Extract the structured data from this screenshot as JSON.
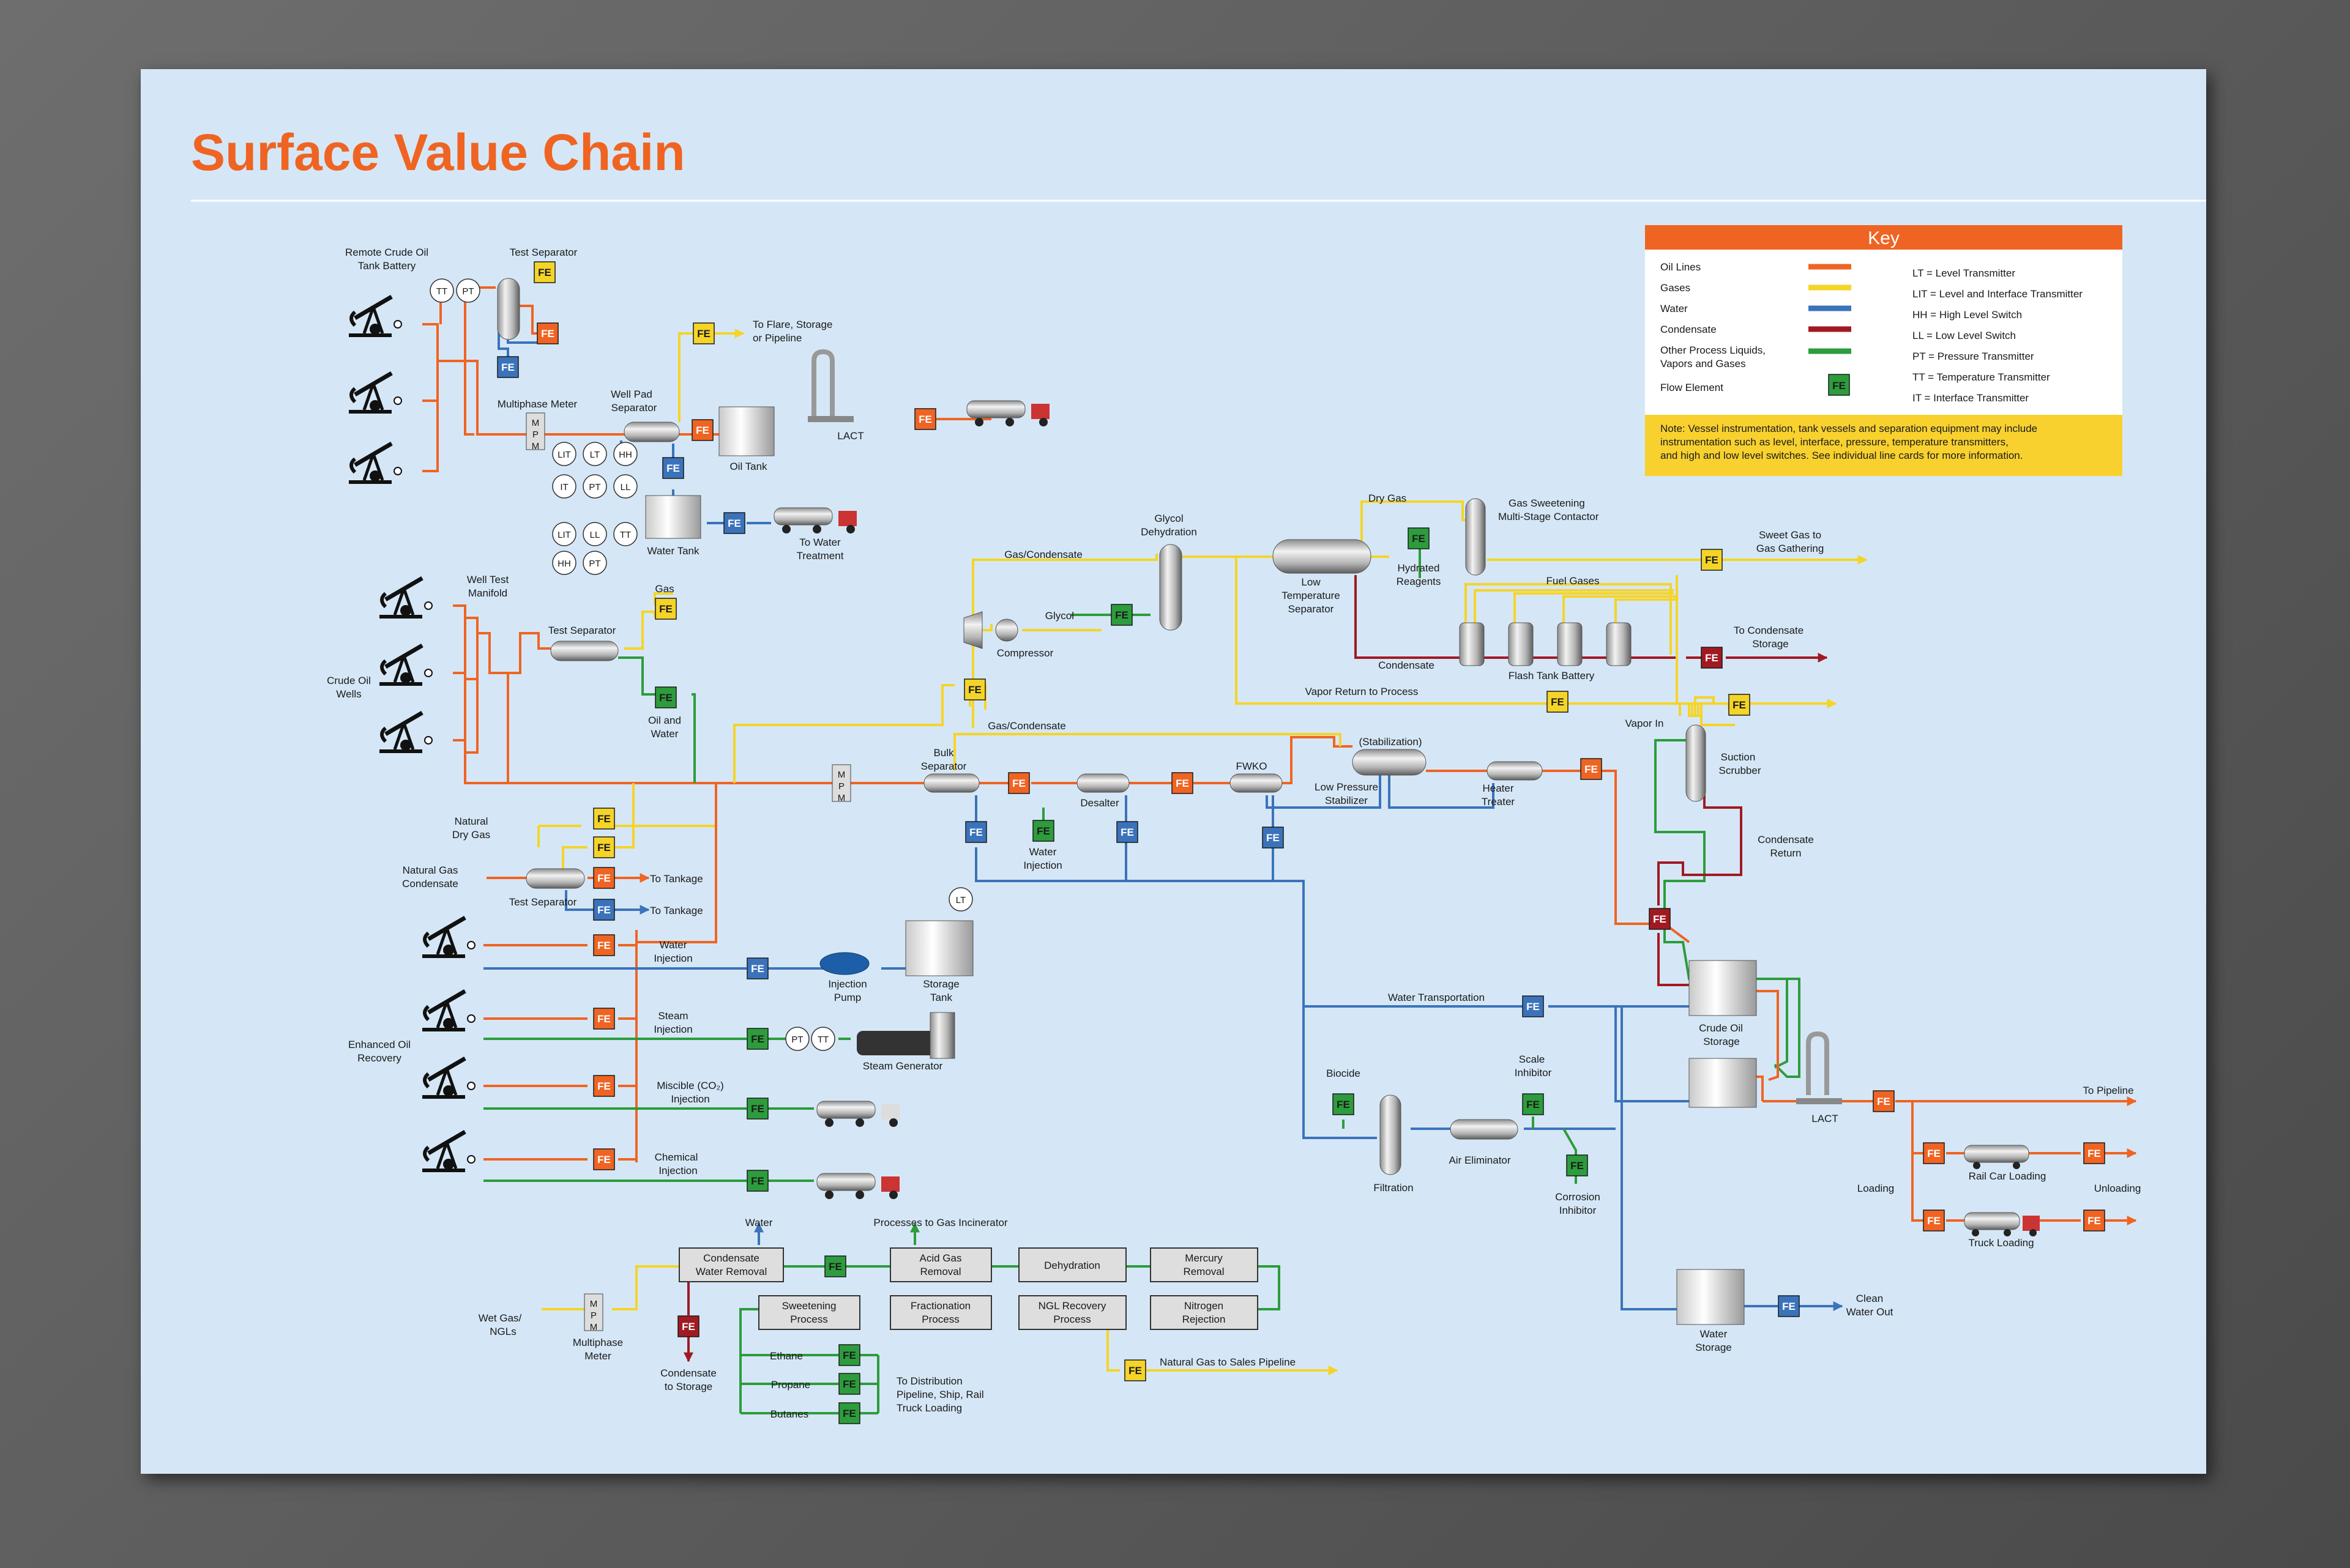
{
  "title": "Surface Value Chain",
  "colors": {
    "oil": "#ef6423",
    "gas": "#f5d428",
    "water": "#3b73bb",
    "condensate": "#a11a22",
    "other": "#2d9c3c",
    "poster_bg": "#d5e7f6",
    "title": "#ef6423"
  },
  "key": {
    "heading": "Key",
    "lines": {
      "oil": "Oil Lines",
      "gas": "Gases",
      "water": "Water",
      "condensate": "Condensate",
      "other_1": "Other Process Liquids,",
      "other_2": "Vapors and Gases",
      "fe": "Flow Element"
    },
    "abbr": {
      "lt": "LT = Level Transmitter",
      "lit": "LIT = Level and Interface Transmitter",
      "hh": "HH = High Level Switch",
      "ll": "LL = Low Level Switch",
      "pt": "PT = Pressure Transmitter",
      "tt": "TT = Temperature Transmitter",
      "it": "IT = Interface Transmitter"
    },
    "note_1": "Note: Vessel instrumentation, tank vessels and separation equipment may include",
    "note_2": "instrumentation such as level, interface, pressure, temperature transmitters,",
    "note_3": "and high and low level switches. See individual line cards for more information."
  },
  "fe": "FE",
  "mpm": [
    "M",
    "P",
    "M"
  ],
  "inst": {
    "tt": "TT",
    "pt": "PT",
    "lit": "LIT",
    "lt": "LT",
    "hh": "HH",
    "it": "IT",
    "ll": "LL"
  },
  "labels": {
    "remote_1": "Remote Crude Oil",
    "remote_2": "Tank Battery",
    "test_sep": "Test Separator",
    "multiphase_meter": "Multiphase Meter",
    "well_pad_1": "Well Pad",
    "well_pad_2": "Separator",
    "to_flare_1": "To Flare, Storage",
    "to_flare_2": "or Pipeline",
    "oil_tank": "Oil Tank",
    "lact": "LACT",
    "water_tank": "Water Tank",
    "to_water_1": "To Water",
    "to_water_2": "Treatment",
    "well_test_1": "Well Test",
    "well_test_2": "Manifold",
    "gas": "Gas",
    "oil_water_1": "Oil and",
    "oil_water_2": "Water",
    "crude_wells_1": "Crude Oil",
    "crude_wells_2": "Wells",
    "gas_cond": "Gas/Condensate",
    "glycol": "Glycol",
    "compressor": "Compressor",
    "glycol_dehy_1": "Glycol",
    "glycol_dehy_2": "Dehydration",
    "dry_gas": "Dry Gas",
    "ltsep_1": "Low",
    "ltsep_2": "Temperature",
    "ltsep_3": "Separator",
    "hydrated_1": "Hydrated",
    "hydrated_2": "Reagents",
    "sweetening_1": "Gas Sweetening",
    "sweetening_2": "Multi-Stage Contactor",
    "sweet_gas_1": "Sweet Gas to",
    "sweet_gas_2": "Gas Gathering",
    "fuel_gases": "Fuel Gases",
    "condensate": "Condensate",
    "flash_tank": "Flash Tank Battery",
    "to_cond_1": "To Condensate",
    "to_cond_2": "Storage",
    "vapor_return": "Vapor Return to Process",
    "vapor_in": "Vapor In",
    "suction_1": "Suction",
    "suction_2": "Scrubber",
    "cond_return_1": "Condensate",
    "cond_return_2": "Return",
    "bulk_1": "Bulk",
    "bulk_2": "Separator",
    "desalter": "Desalter",
    "fwko": "FWKO",
    "stabilization": "(Stabilization)",
    "lps_1": "Low Pressure",
    "lps_2": "Stabilizer",
    "heater_1": "Heater",
    "heater_2": "Treater",
    "water_inj_1": "Water",
    "water_inj_2": "Injection",
    "natural_dry_1": "Natural",
    "natural_dry_2": "Dry Gas",
    "ngc_1": "Natural Gas",
    "ngc_2": "Condensate",
    "to_tankage": "To Tankage",
    "injection_pump_1": "Injection",
    "injection_pump_2": "Pump",
    "storage_tank_1": "Storage",
    "storage_tank_2": "Tank",
    "steam_inj_1": "Steam",
    "steam_inj_2": "Injection",
    "steam_gen": "Steam Generator",
    "eor_1": "Enhanced Oil",
    "eor_2": "Recovery",
    "miscible_1": "Miscible (CO₂)",
    "miscible_2": "Injection",
    "chemical_1": "Chemical",
    "chemical_2": "Injection",
    "water_transport": "Water Transportation",
    "biocide": "Biocide",
    "scale_1": "Scale",
    "scale_2": "Inhibitor",
    "air_elim": "Air Eliminator",
    "filtration": "Filtration",
    "corrosion_1": "Corrosion",
    "corrosion_2": "Inhibitor",
    "crude_storage_1": "Crude Oil",
    "crude_storage_2": "Storage",
    "to_pipeline": "To Pipeline",
    "rail_car": "Rail Car Loading",
    "truck": "Truck Loading",
    "loading": "Loading",
    "unloading": "Unloading",
    "water_storage_1": "Water",
    "water_storage_2": "Storage",
    "clean_1": "Clean",
    "clean_2": "Water Out",
    "water": "Water",
    "proc_incin": "Processes to Gas Incinerator",
    "wet_gas_1": "Wet Gas/",
    "wet_gas_2": "NGLs",
    "mm_1": "Multiphase",
    "mm_2": "Meter",
    "cond_storage_1": "Condensate",
    "cond_storage_2": "to Storage",
    "ethane": "Ethane",
    "propane": "Propane",
    "butanes": "Butanes",
    "dist_1": "To Distribution",
    "dist_2": "Pipeline, Ship, Rail",
    "dist_3": "Truck Loading",
    "ng_sales": "Natural Gas to Sales Pipeline"
  },
  "process_boxes": {
    "cwr_1": "Condensate",
    "cwr_2": "Water Removal",
    "agr_1": "Acid Gas",
    "agr_2": "Removal",
    "dehy": "Dehydration",
    "merc_1": "Mercury",
    "merc_2": "Removal",
    "sweet_1": "Sweetening",
    "sweet_2": "Process",
    "frac_1": "Fractionation",
    "frac_2": "Process",
    "ngl_1": "NGL Recovery",
    "ngl_2": "Process",
    "nit_1": "Nitrogen",
    "nit_2": "Rejection"
  }
}
